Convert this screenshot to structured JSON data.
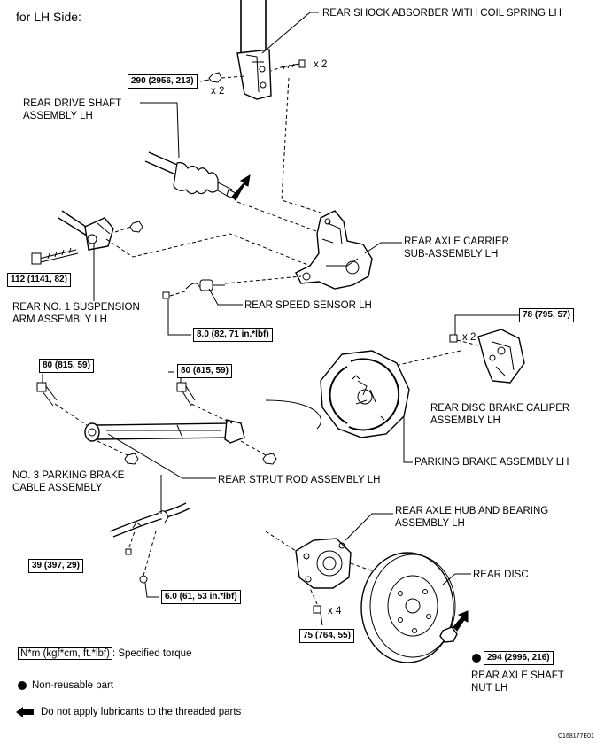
{
  "header": {
    "title": "for LH Side:"
  },
  "parts": {
    "shock_absorber": "REAR SHOCK ABSORBER WITH COIL SPRING LH",
    "drive_shaft": "REAR DRIVE SHAFT\nASSEMBLY LH",
    "axle_carrier": "REAR AXLE CARRIER\nSUB-ASSEMBLY LH",
    "suspension_arm": "REAR NO. 1 SUSPENSION\nARM ASSEMBLY LH",
    "speed_sensor": "REAR SPEED SENSOR LH",
    "disc_brake_caliper": "REAR DISC BRAKE CALIPER\nASSEMBLY LH",
    "parking_brake": "PARKING BRAKE ASSEMBLY LH",
    "parking_brake_cable": "NO. 3 PARKING BRAKE\nCABLE ASSEMBLY",
    "strut_rod": "REAR STRUT ROD ASSEMBLY LH",
    "axle_hub": "REAR AXLE HUB AND BEARING\nASSEMBLY LH",
    "rear_disc": "REAR DISC",
    "axle_shaft_nut": "REAR AXLE SHAFT\nNUT LH"
  },
  "torques": {
    "shock_bolt": "290 (2956, 213)",
    "arm_bolt": "112 (1141, 82)",
    "sensor_bolt": "8.0 (82, 71 in.*lbf)",
    "caliper_bolt": "78 (795, 57)",
    "strut_left": "80 (815, 59)",
    "strut_right": "80 (815, 59)",
    "cable_bolt": "39 (397, 29)",
    "cable_clamp": "6.0 (61, 53 in.*lbf)",
    "hub_bolt": "75 (764, 55)",
    "shaft_nut": "294 (2996, 216)"
  },
  "quantities": {
    "shock_bolt_qty": "x 2",
    "shock_nut_qty": "x 2",
    "caliper_qty": "x 2",
    "hub_qty": "x 4"
  },
  "legend": {
    "unit_box": "N*m (kgf*cm, ft.*lbf)",
    "unit_text": ": Specified torque",
    "non_reusable": "Non-reusable part",
    "no_lubricant": "Do not apply lubricants to the threaded parts"
  },
  "figure_code": "C168177E01"
}
